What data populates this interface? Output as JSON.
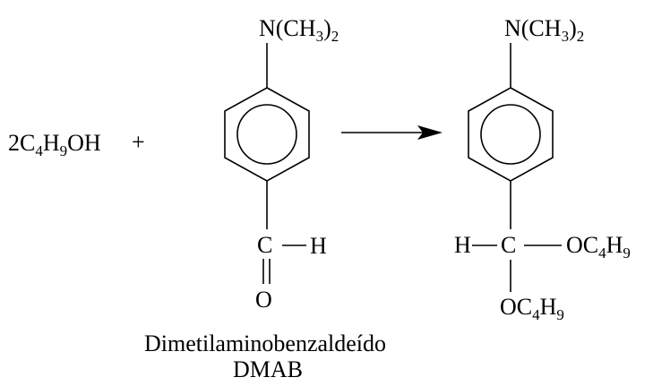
{
  "reaction": {
    "reactant_alcohol": {
      "coef": "2",
      "p1": "C",
      "s1": "4",
      "p2": "H",
      "s2": "9",
      "p3": "OH"
    },
    "plus_sign": "+",
    "dmab": {
      "amino": {
        "p1": "N(CH",
        "s1": "3",
        "p2": ")",
        "s2": "2"
      },
      "carbon": "C",
      "hydrogen": "H",
      "oxygen": "O",
      "name": "Dimetilaminobenzaldeído",
      "abbrev": "DMAB"
    },
    "product": {
      "amino": {
        "p1": "N(CH",
        "s1": "3",
        "p2": ")",
        "s2": "2"
      },
      "hydrogen": "H",
      "carbon": "C",
      "oxy_right": {
        "p1": "OC",
        "s1": "4",
        "p2": "H",
        "s2": "9"
      },
      "oxy_down": {
        "p1": "OC",
        "s1": "4",
        "p2": "H",
        "s2": "9"
      }
    }
  },
  "colors": {
    "ink": "#000000",
    "background": "#ffffff"
  }
}
